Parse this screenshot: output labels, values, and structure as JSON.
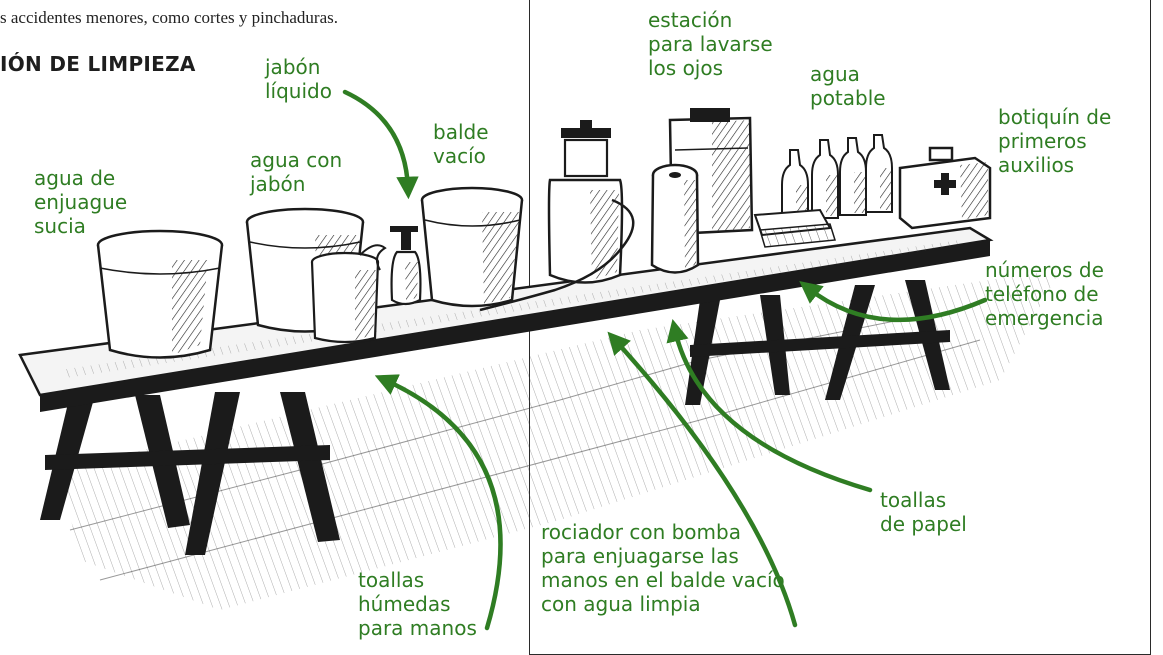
{
  "intro_text": "s accidentes menores, como cortes y pinchaduras.",
  "section_title": "IÓN DE LIMPIEZA",
  "accent_color": "#2f7d23",
  "labels": {
    "jabon_liquido": [
      "jabón",
      "líquido"
    ],
    "balde_vacio": [
      "balde",
      "vacío"
    ],
    "agua_con_jabon": [
      "agua con",
      "jabón"
    ],
    "agua_enjuague": [
      "agua de",
      "enjuague",
      "sucia"
    ],
    "estacion_ojos": [
      "estación",
      "para lavarse",
      "los ojos"
    ],
    "agua_potable": [
      "agua",
      "potable"
    ],
    "botiquin": [
      "botiquín de",
      "primeros",
      "auxilios"
    ],
    "numeros_emergencia": [
      "números de",
      "teléfono de",
      "emergencia"
    ],
    "toallas_papel": [
      "toallas",
      "de papel"
    ],
    "rociador": [
      "rociador con bomba",
      "para enjuagarse las",
      "manos en el balde vacío",
      "con agua limpia"
    ],
    "toallas_humedas": [
      "toallas",
      "húmedas",
      "para manos"
    ]
  }
}
